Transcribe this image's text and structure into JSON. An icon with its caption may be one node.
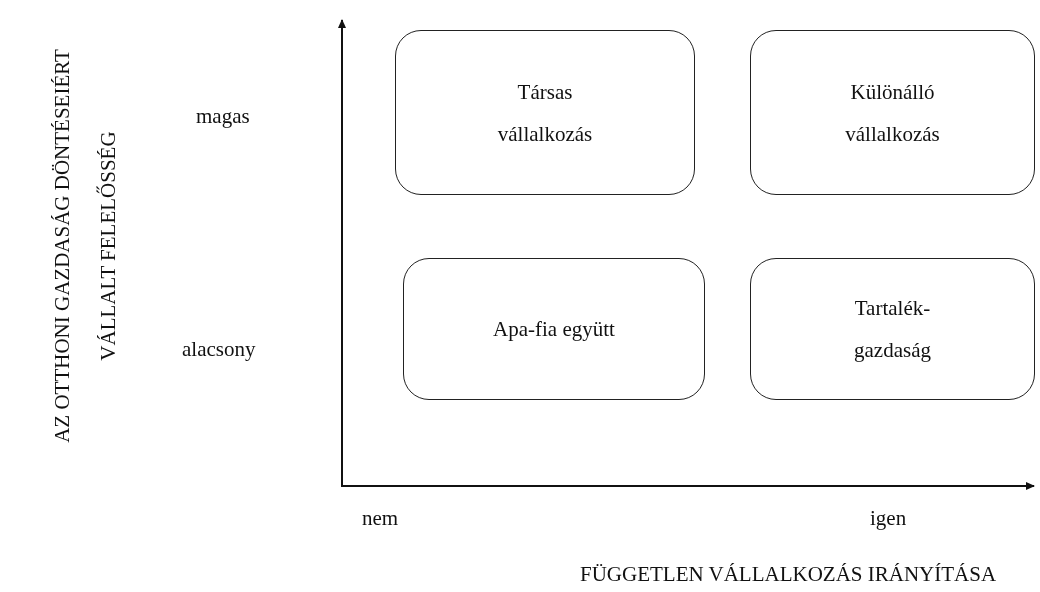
{
  "diagram": {
    "nodes": [
      {
        "text": [
          "Társas vállalkozás"
        ]
      },
      {
        "text": [
          "Különálló vállalkozás"
        ]
      },
      {
        "text": [
          "Apa-fia együtt"
        ]
      },
      {
        "text": [
          "Tartalék-gazdaság"
        ]
      }
    ],
    "labels": [
      "AZ OTTHONI GAZDASÁG DÖNTÉSEIÉRT VÁLLALT FELELŐSSÉG",
      "magas",
      "alacsony",
      "nem",
      "igen",
      "FÜGGETLEN VÁLLALKOZÁS IRÁNYÍTÁSA"
    ]
  }
}
